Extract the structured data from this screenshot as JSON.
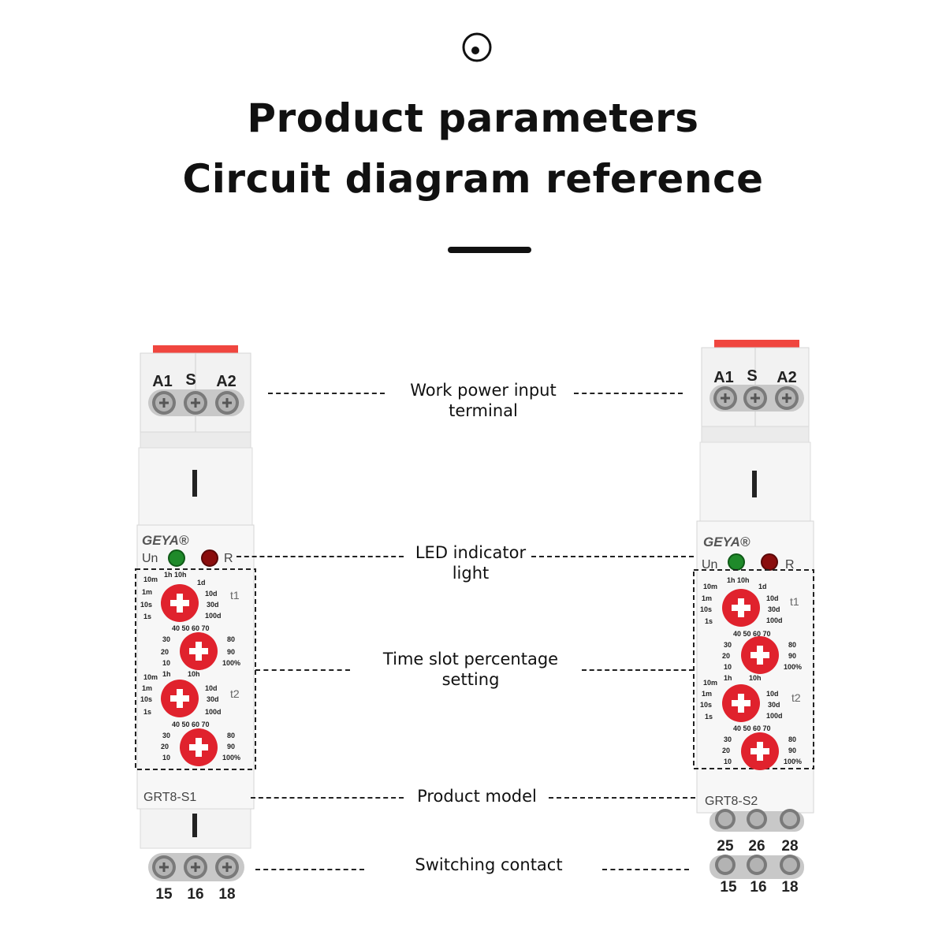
{
  "header": {
    "icon": "circle-dot-icon",
    "title_line1": "Product parameters",
    "title_line2": "Circuit diagram reference"
  },
  "callouts": {
    "power_input_line1": "Work power input",
    "power_input_line2": "terminal",
    "led_line1": "LED indicator",
    "led_line2": "light",
    "time_slot_line1": "Time slot percentage",
    "time_slot_line2": "setting",
    "product_model": "Product model",
    "switching_contact": "Switching contact"
  },
  "devices": [
    {
      "brand": "GEYA®",
      "model": "GRT8-S1",
      "top_terminals": [
        "A1",
        "S",
        "A2"
      ],
      "bottom_terminals": [
        "15",
        "16",
        "18"
      ],
      "led_labels": [
        "Un",
        "R"
      ],
      "dial_labels": [
        "t1",
        "t2"
      ]
    },
    {
      "brand": "GEYA®",
      "model": "GRT8-S2",
      "top_terminals": [
        "A1",
        "S",
        "A2"
      ],
      "mid_terminals": [
        "25",
        "26",
        "28"
      ],
      "bottom_terminals": [
        "15",
        "16",
        "18"
      ],
      "led_labels": [
        "Un",
        "R"
      ],
      "dial_labels": [
        "t1",
        "t2"
      ]
    }
  ],
  "dial_scales": {
    "time_range": [
      "1s",
      "10s",
      "1m",
      "10m",
      "1h",
      "10h",
      "1d",
      "10d",
      "30d",
      "100d"
    ],
    "percent": [
      "10",
      "20",
      "30",
      "40",
      "50",
      "60",
      "70",
      "80",
      "90",
      "100%"
    ]
  },
  "colors": {
    "dial_red": "#e0222d",
    "led_green": "#1f8a2a",
    "led_red": "#8a0d0d",
    "top_cap_red": "#f0463f",
    "body_white": "#f3f3f3"
  }
}
